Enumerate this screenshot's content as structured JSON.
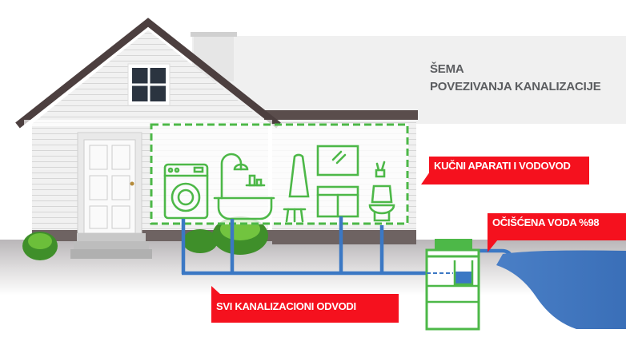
{
  "title": {
    "line1": "ŠEMA",
    "line2": "POVEZIVANJA KANALIZACIJE"
  },
  "labels": {
    "appliances": "KUČNI APARATI I VODOVOD",
    "clean_water": "OČIŠĆENA VODA %98",
    "drains": "SVI KANALIZACIONI ODVODI"
  },
  "colors": {
    "accent_red": "#f5111e",
    "icon_green": "#4db848",
    "pipe_blue": "#3b78c4",
    "title_gray": "#5b5d60"
  }
}
